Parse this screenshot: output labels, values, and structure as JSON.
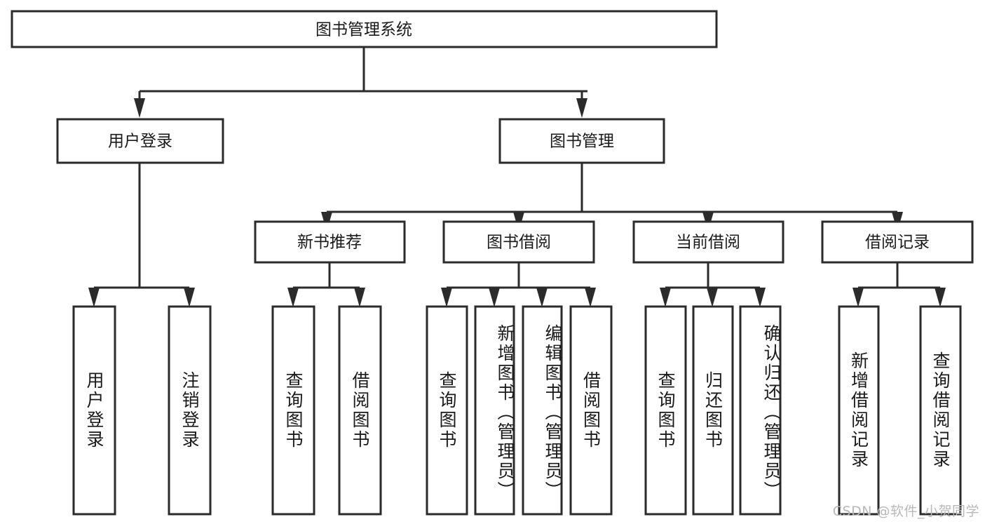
{
  "diagram": {
    "title": "图书管理系统",
    "type": "tree-hierarchy-diagram",
    "colors": {
      "box_stroke": "#2b2b2b",
      "box_fill": "#ffffff",
      "text": "#1a1a1a",
      "background": "#ffffff",
      "watermark": "#b8b8b8"
    },
    "levels": {
      "root": "图书管理系统",
      "level2": [
        "用户登录",
        "图书管理"
      ],
      "level3": [
        "新书推荐",
        "图书借阅",
        "当前借阅",
        "借阅记录"
      ],
      "level4": [
        "用户登录",
        "注销登录",
        "查询图书",
        "借阅图书",
        "查询图书",
        "新增图书（管理员）",
        "编辑图书（管理员）",
        "借阅图书",
        "查询图书",
        "归还图书",
        "确认归还（管理员）",
        "新增借阅记录",
        "查询借阅记录"
      ]
    },
    "nodes": {
      "root": {
        "label": "图书管理系统"
      },
      "user_login": {
        "label": "用户登录"
      },
      "book_manage": {
        "label": "图书管理"
      },
      "new_book_rec": {
        "label": "新书推荐"
      },
      "book_borrow": {
        "label": "图书借阅"
      },
      "current_borrow": {
        "label": "当前借阅"
      },
      "borrow_record": {
        "label": "借阅记录"
      },
      "leaf_user_login": {
        "label": "用户登录"
      },
      "leaf_logout": {
        "label": "注销登录"
      },
      "leaf_query_book_1": {
        "label": "查询图书"
      },
      "leaf_borrow_book_1": {
        "label": "借阅图书"
      },
      "leaf_query_book_2": {
        "label": "查询图书"
      },
      "leaf_add_book": {
        "label": "新增图书（管理员）"
      },
      "leaf_edit_book": {
        "label": "编辑图书（管理员）"
      },
      "leaf_borrow_book_2": {
        "label": "借阅图书"
      },
      "leaf_query_book_3": {
        "label": "查询图书"
      },
      "leaf_return_book": {
        "label": "归还图书"
      },
      "leaf_confirm_return": {
        "label": "确认归还（管理员）"
      },
      "leaf_add_record": {
        "label": "新增借阅记录"
      },
      "leaf_query_record": {
        "label": "查询借阅记录"
      }
    }
  },
  "watermark": {
    "text": "CSDN @软件_小贺同学"
  }
}
